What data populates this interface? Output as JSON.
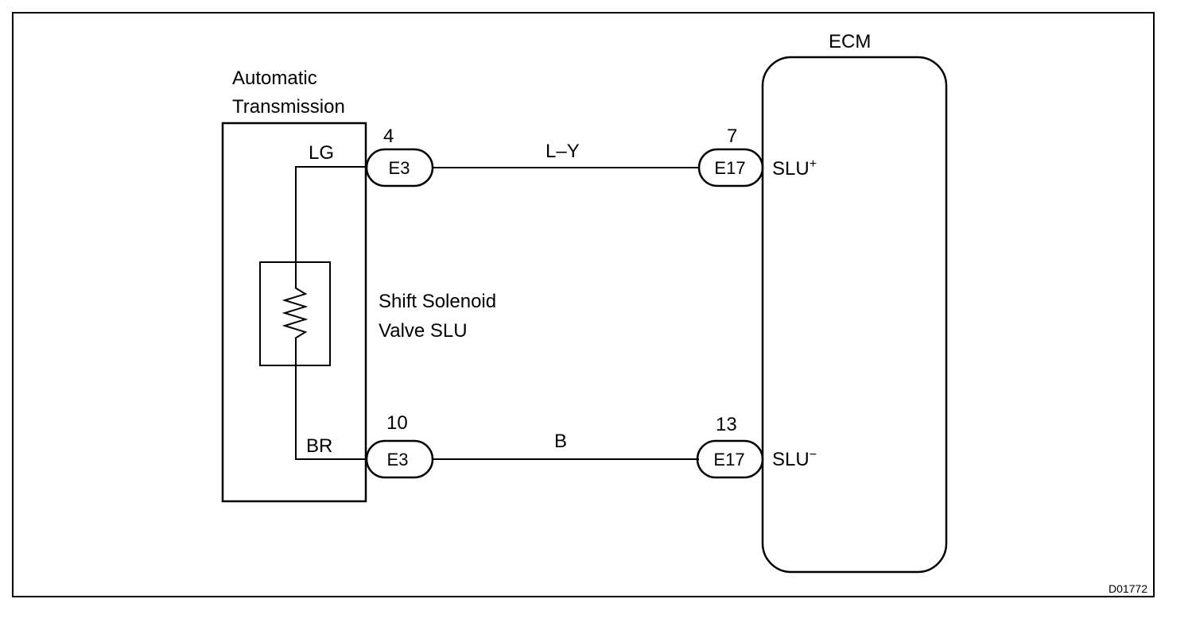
{
  "transmission": {
    "title_line1": "Automatic",
    "title_line2": "Transmission",
    "wire_top_color": "LG",
    "wire_bottom_color": "BR"
  },
  "solenoid": {
    "label_line1": "Shift Solenoid",
    "label_line2": "Valve SLU"
  },
  "ecm": {
    "title": "ECM",
    "terminal_top": {
      "base": "SLU",
      "sign": "+"
    },
    "terminal_bottom": {
      "base": "SLU",
      "sign": "−"
    }
  },
  "connectors": {
    "e3_top": {
      "label": "E3",
      "pin": "4"
    },
    "e3_bottom": {
      "label": "E3",
      "pin": "10"
    },
    "e17_top": {
      "label": "E17",
      "pin": "7"
    },
    "e17_bottom": {
      "label": "E17",
      "pin": "13"
    }
  },
  "wires": {
    "top_color": "L–Y",
    "bottom_color": "B"
  },
  "figure_code": "D01772"
}
